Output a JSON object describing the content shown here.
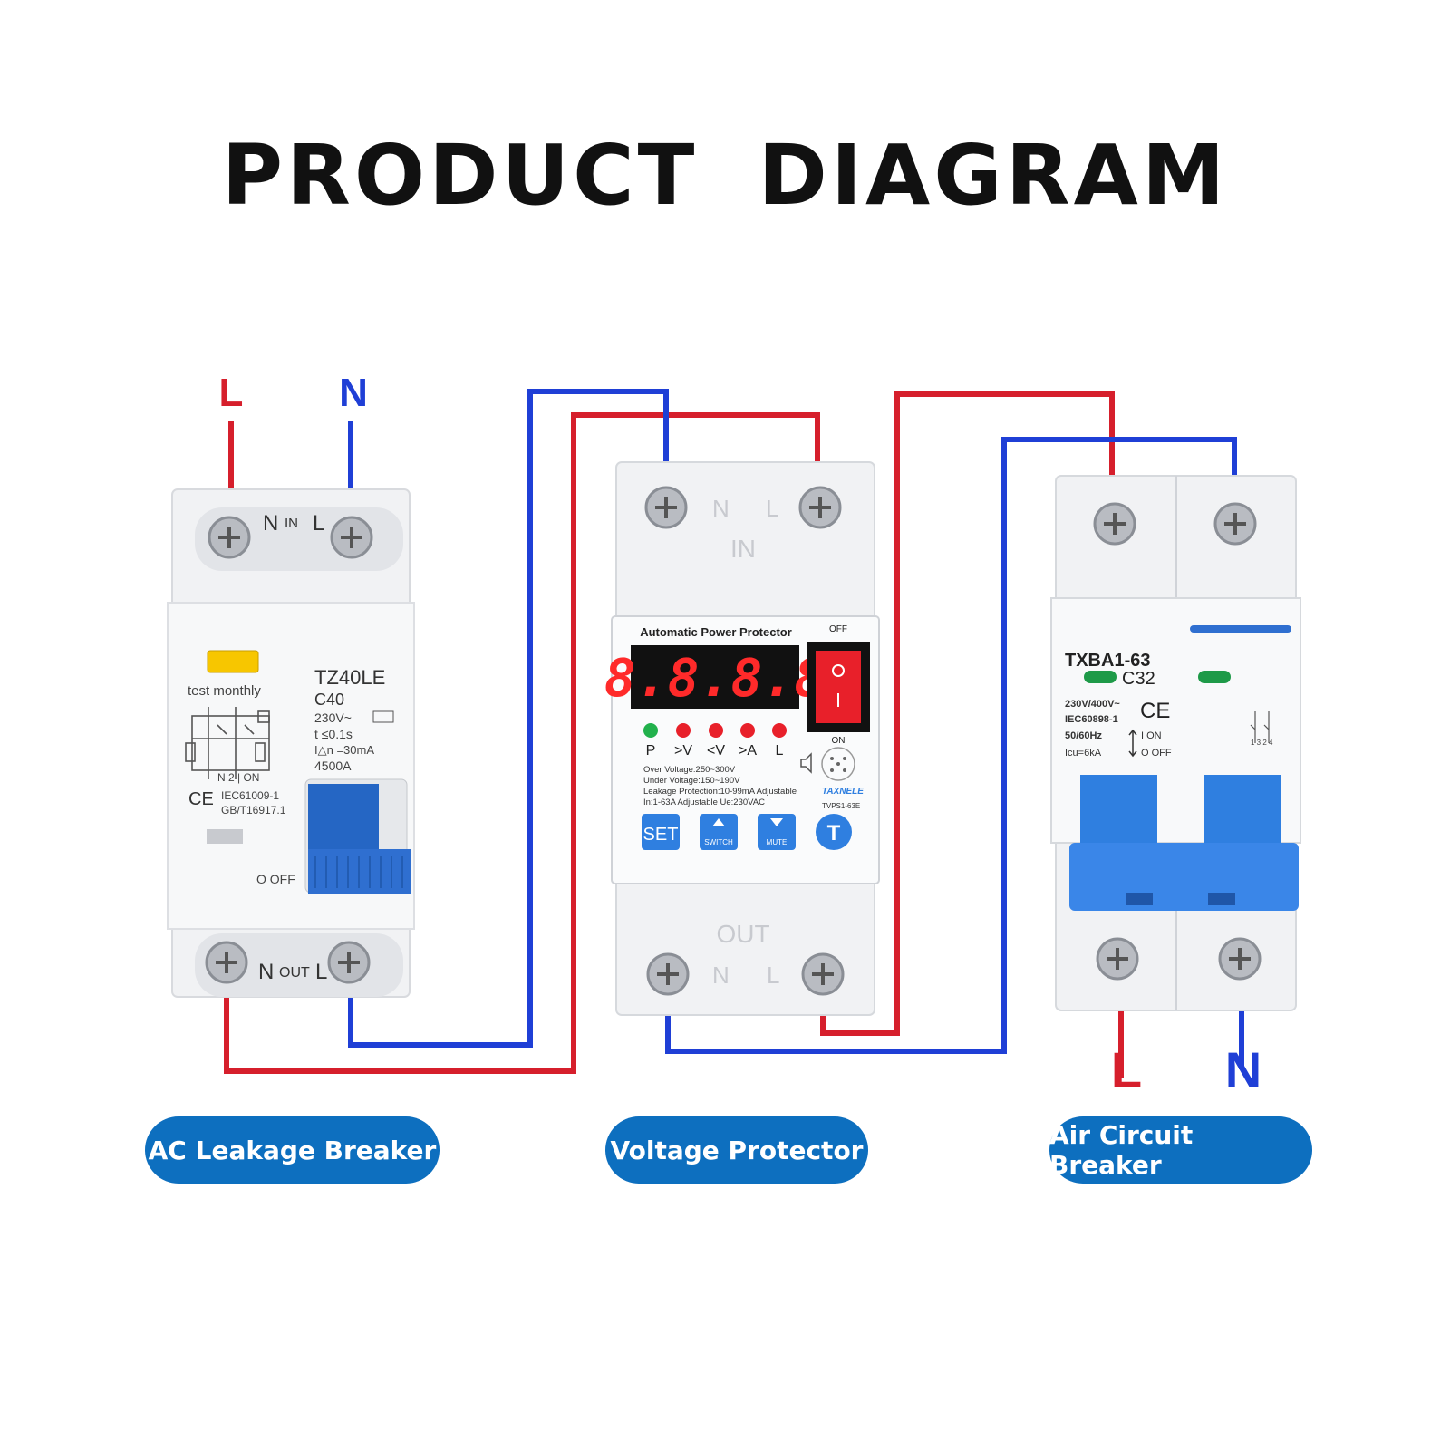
{
  "title": "PRODUCT DIAGRAM",
  "colors": {
    "live": "#d61f2c",
    "neutral": "#1f3fd6",
    "label_bg": "#0d6fbf",
    "device_blue": "#2f7fe0"
  },
  "wire_labels": {
    "input_live": "L",
    "input_neutral": "N",
    "output_live": "L",
    "output_neutral": "N"
  },
  "leakage_breaker": {
    "caption": "AC Leakage Breaker",
    "top_terminal": {
      "n": "N",
      "in": "IN",
      "l": "L"
    },
    "bottom_terminal": {
      "n": "N",
      "out": "OUT",
      "l": "L"
    },
    "test_label": "test monthly",
    "model": "TZ40LE",
    "rating": "C40",
    "voltage": "230V~",
    "trip_time": "t ≤0.1s",
    "residual": "I△n =30mA",
    "capacity": "4500A",
    "schematic_marks": "N 2 | ON",
    "ce": "CE",
    "standard1": "IEC61009-1",
    "standard2": "GB/T16917.1",
    "off": "O OFF"
  },
  "voltage_protector": {
    "caption": "Voltage Protector",
    "in_terminal": {
      "n": "N",
      "l": "L",
      "label": "IN"
    },
    "out_terminal": {
      "n": "N",
      "l": "L",
      "label": "OUT"
    },
    "header": "Automatic  Power  Protector",
    "display": "8.8.8.8",
    "switch_off": "OFF",
    "switch_on": "ON",
    "indicators": [
      "P",
      ">V",
      "<V",
      ">A",
      "L"
    ],
    "spec1": "Over Voltage:250~300V",
    "spec2": "Under Voltage:150~190V",
    "spec3": "Leakage Protection:10-99mA Adjustable",
    "spec4": "In:1-63A Adjustable   Ue:230VAC",
    "brand": "TAXNELE",
    "model": "TVPS1-63E",
    "btn_set": "SET",
    "btn_switch": "SWITCH",
    "btn_mute": "MUTE",
    "btn_test": "T"
  },
  "air_breaker": {
    "caption": "Air Circuit Breaker",
    "model": "TXBA1-63",
    "rating": "C32",
    "voltage": "230V/400V~",
    "standard": "IEC60898-1",
    "freq": "50/60Hz",
    "icu": "Icu=6kA",
    "ce": "CE",
    "on": "I ON",
    "off": "O OFF",
    "poles": "1 3 2 4"
  }
}
